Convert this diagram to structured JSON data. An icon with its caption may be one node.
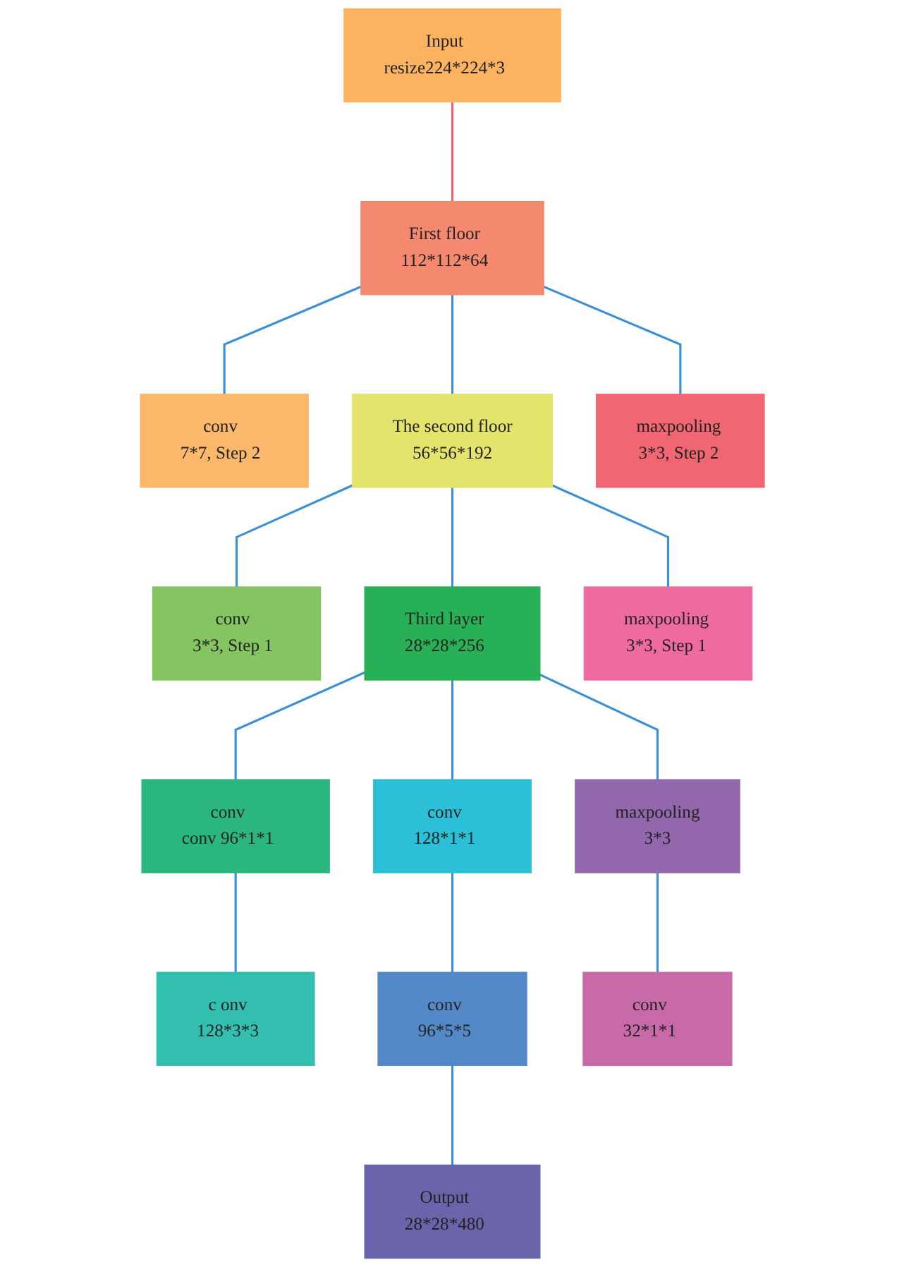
{
  "diagram": {
    "nodes": [
      {
        "text": [
          "Input",
          "resize224*224*3"
        ]
      },
      {
        "text": [
          "First floor",
          "112*112*64"
        ]
      },
      {
        "text": [
          "conv",
          "7*7, Step 2"
        ]
      },
      {
        "text": [
          "The second floor",
          "56*56*192"
        ]
      },
      {
        "text": [
          "maxpooling",
          "3*3, Step 2"
        ]
      },
      {
        "text": [
          "conv",
          "3*3, Step 1"
        ]
      },
      {
        "text": [
          "Third layer",
          "28*28*256"
        ]
      },
      {
        "text": [
          "maxpooling",
          "3*3, Step 1"
        ]
      },
      {
        "text": [
          "conv",
          "conv 96*1*1"
        ]
      },
      {
        "text": [
          "conv",
          "128*1*1"
        ]
      },
      {
        "text": [
          "maxpooling",
          "3*3"
        ]
      },
      {
        "text": [
          "c onv",
          "128*3*3"
        ]
      },
      {
        "text": [
          "conv",
          "96*5*5"
        ]
      },
      {
        "text": [
          "conv",
          "32*1*1"
        ]
      },
      {
        "text": [
          "Output",
          "28*28*480"
        ]
      }
    ],
    "edges": [
      {
        "from": 0,
        "to": 1,
        "arrow": "none",
        "color": "#f06070"
      },
      {
        "from": 1,
        "to": 2,
        "arrow": "none"
      },
      {
        "from": 1,
        "to": 3,
        "arrow": "none"
      },
      {
        "from": 1,
        "to": 4,
        "arrow": "none"
      },
      {
        "from": 3,
        "to": 5,
        "arrow": "none"
      },
      {
        "from": 3,
        "to": 6,
        "arrow": "none"
      },
      {
        "from": 3,
        "to": 7,
        "arrow": "none"
      },
      {
        "from": 6,
        "to": 8,
        "arrow": "none"
      },
      {
        "from": 6,
        "to": 9,
        "arrow": "none"
      },
      {
        "from": 6,
        "to": 10,
        "arrow": "none"
      },
      {
        "from": 8,
        "to": 11,
        "arrow": "none"
      },
      {
        "from": 9,
        "to": 12,
        "arrow": "none"
      },
      {
        "from": 10,
        "to": 13,
        "arrow": "none"
      },
      {
        "from": 12,
        "to": 14,
        "arrow": "none"
      }
    ]
  }
}
